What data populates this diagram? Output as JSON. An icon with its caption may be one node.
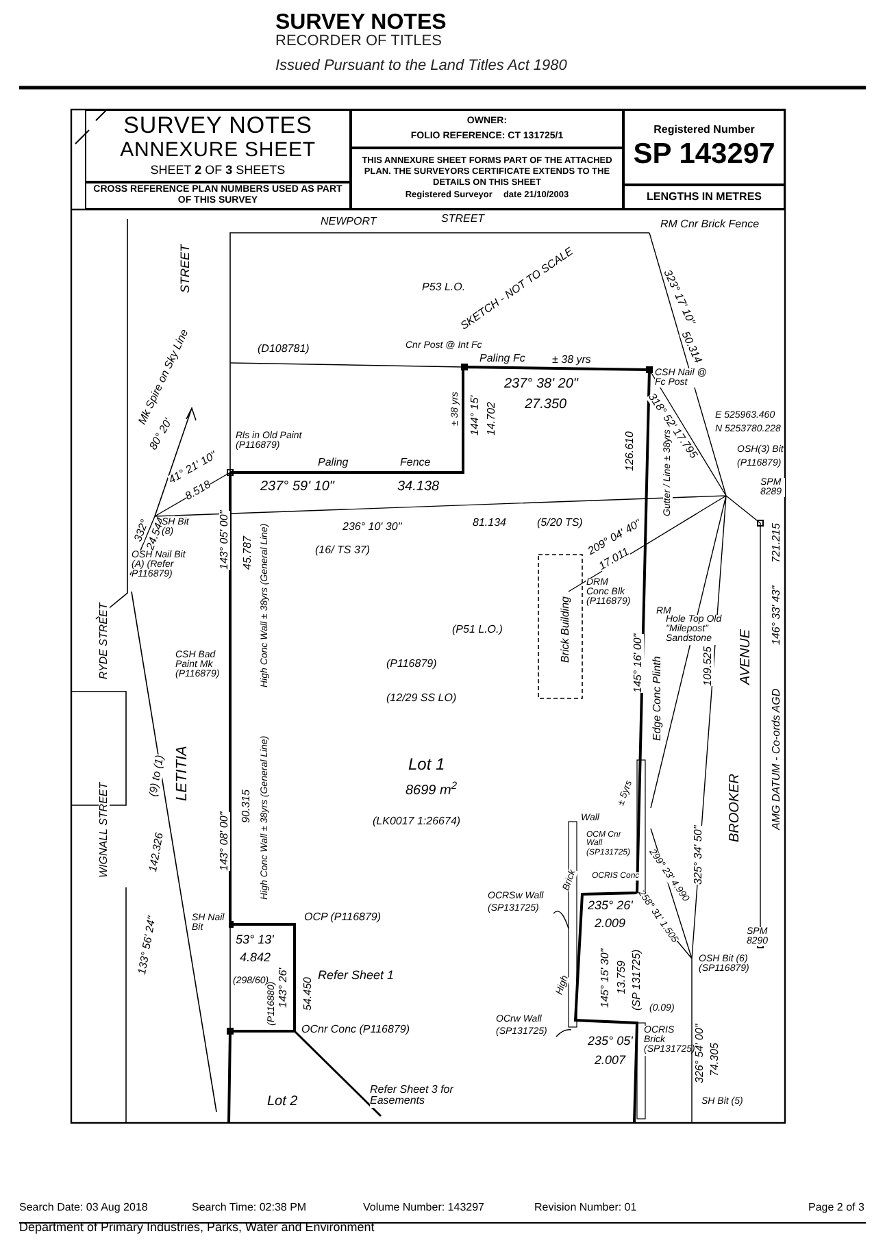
{
  "diagram": {
    "title": "SURVEY NOTES",
    "nodes": [
      {
        "text": [
          "SURVEY NOTES",
          "ANNEXURE SHEET",
          "SHEET **2** OF **3** SHEETS"
        ]
      },
      {
        "text": [
          "CROSS REFERENCE PLAN NUMBERS USED AS PART OF THIS SURVEY"
        ]
      },
      {
        "text": [
          "OWNER:",
          "FOLIO REFERENCE: CT 131725/1"
        ]
      },
      {
        "text": [
          "THIS ANNEXURE SHEET FORMS PART OF THE ATTACHED PLAN. THE SURVEYORS CERTIFICATE EXTENDS TO THE DETAILS ON THIS SHEET",
          "Registered Surveyor",
          "date 21/10/2003"
        ]
      },
      {
        "text": [
          "Registered Number",
          "SP 143297"
        ]
      },
      {
        "text": [
          "LENGTHS IN METRES"
        ]
      },
      {
        "text": [
          "OCRSw Wall (SP131725)"
        ]
      },
      {
        "text": [
          "OCrw Wall (SP131725)"
        ]
      }
    ],
    "edges": [
      {
        "from": 6,
        "to": null,
        "arrow": "none"
      },
      {
        "from": 7,
        "to": null,
        "arrow": "none"
      }
    ],
    "labels": [
      "RECORDER OF TITLES",
      "Issued Pursuant to the Land Titles Act 1980",
      "NEWPORT",
      "STREET",
      "RM Cnr Brick Fence",
      "P53 L.O.",
      "SKETCH - NOT TO SCALE",
      "(D108781)",
      "Cnr Post @ Int Fc",
      "Paling Fc",
      "± 38 yrs",
      "237° 38' 20\"",
      "27.350",
      "CSH Nail @ Fc Post",
      "323° 17' 10\"",
      "50.314",
      "± 38 yrs",
      "144° 15'",
      "14.702",
      "318° 52' 17.795",
      "126.610",
      "Gutter / Line ± 38yrs",
      "E 525963.460",
      "N 5253780.228",
      "OSH(3) Bit",
      "(P116879)",
      "SPM 8289",
      "Rls in Old Paint (P116879)",
      "Paling",
      "Fence",
      "237° 59' 10\"",
      "34.138",
      "41° 21' 10\"",
      "8.518",
      "80° 20'",
      "Mk Spire on Sky Line",
      "STREET",
      "332°",
      "24.544",
      "SH Bit (8)",
      "OSH Nail Bit (A) (Refer P116879)",
      "236° 10' 30\"",
      "81.134",
      "(5/20 TS)",
      "(16/ TS 37)",
      "209° 04' 40\"",
      "17.011",
      "DRM Conc Blk (P116879)",
      "Brick Building",
      "(P51 L.O.)",
      "(P116879)",
      "(12/29 SS LO)",
      "Lot 1",
      "8699 m$^{2}$",
      "(LK0017 1:26674)",
      "RM",
      "Hole Top Old \"Milepost\" Sandstone",
      "145° 16' 00\"",
      "Edge Conc Plinth",
      "109.525",
      "AVENUE",
      "BROOKER",
      "146° 33' 43\"",
      "721.215",
      "AMG DATUM - Co-ords AGD",
      "325° 34' 50\"",
      "143° 05' 00\"",
      "45.787",
      "High Conc Wall ± 38yrs (General Line)",
      "CSH Bad Paint Mk (P116879)",
      "LETITIA",
      "143° 08' 00\"",
      "90.315",
      "High Conc Wall ± 38yrs (General Line)",
      "(9) to (1)",
      "142.326",
      "133° 56' 24\"",
      "RYDE STREET",
      "WIGNALL STREET",
      "SH Nail Bit",
      "OCP (P116879)",
      "53° 13'",
      "4.842",
      "(298/60)",
      "Refer Sheet 1",
      "(P116880)",
      "143° 26'",
      "54.450",
      "OCnr Conc (P116879)",
      "Lot 2",
      "Refer Sheet 3 for Easements",
      "Wall",
      "± 5yrs",
      "Brick",
      "OCM Cnr Wall (SP131725)",
      "OCRIS Conc",
      "299° 23' 4.990",
      "235° 26'",
      "2.009",
      "258° 31' 1.505",
      "High",
      "145° 15' 30\"",
      "13.759",
      "(SP 131725)",
      "OSH Bit (6) (SP116879)",
      "SPM 8290",
      "(0.09)",
      "OCRIS Brick (SP131725)",
      "235° 05'",
      "2.007",
      "326° 54' 00\"",
      "74.305",
      "SH Bit (5)",
      "Search Date: 03 Aug 2018",
      "Search Time: 02:38 PM",
      "Volume Number: 143297",
      "Revision Number: 01",
      "Page 2 of 3",
      "Department of Primary Industries, Parks, Water and Environment"
    ]
  }
}
